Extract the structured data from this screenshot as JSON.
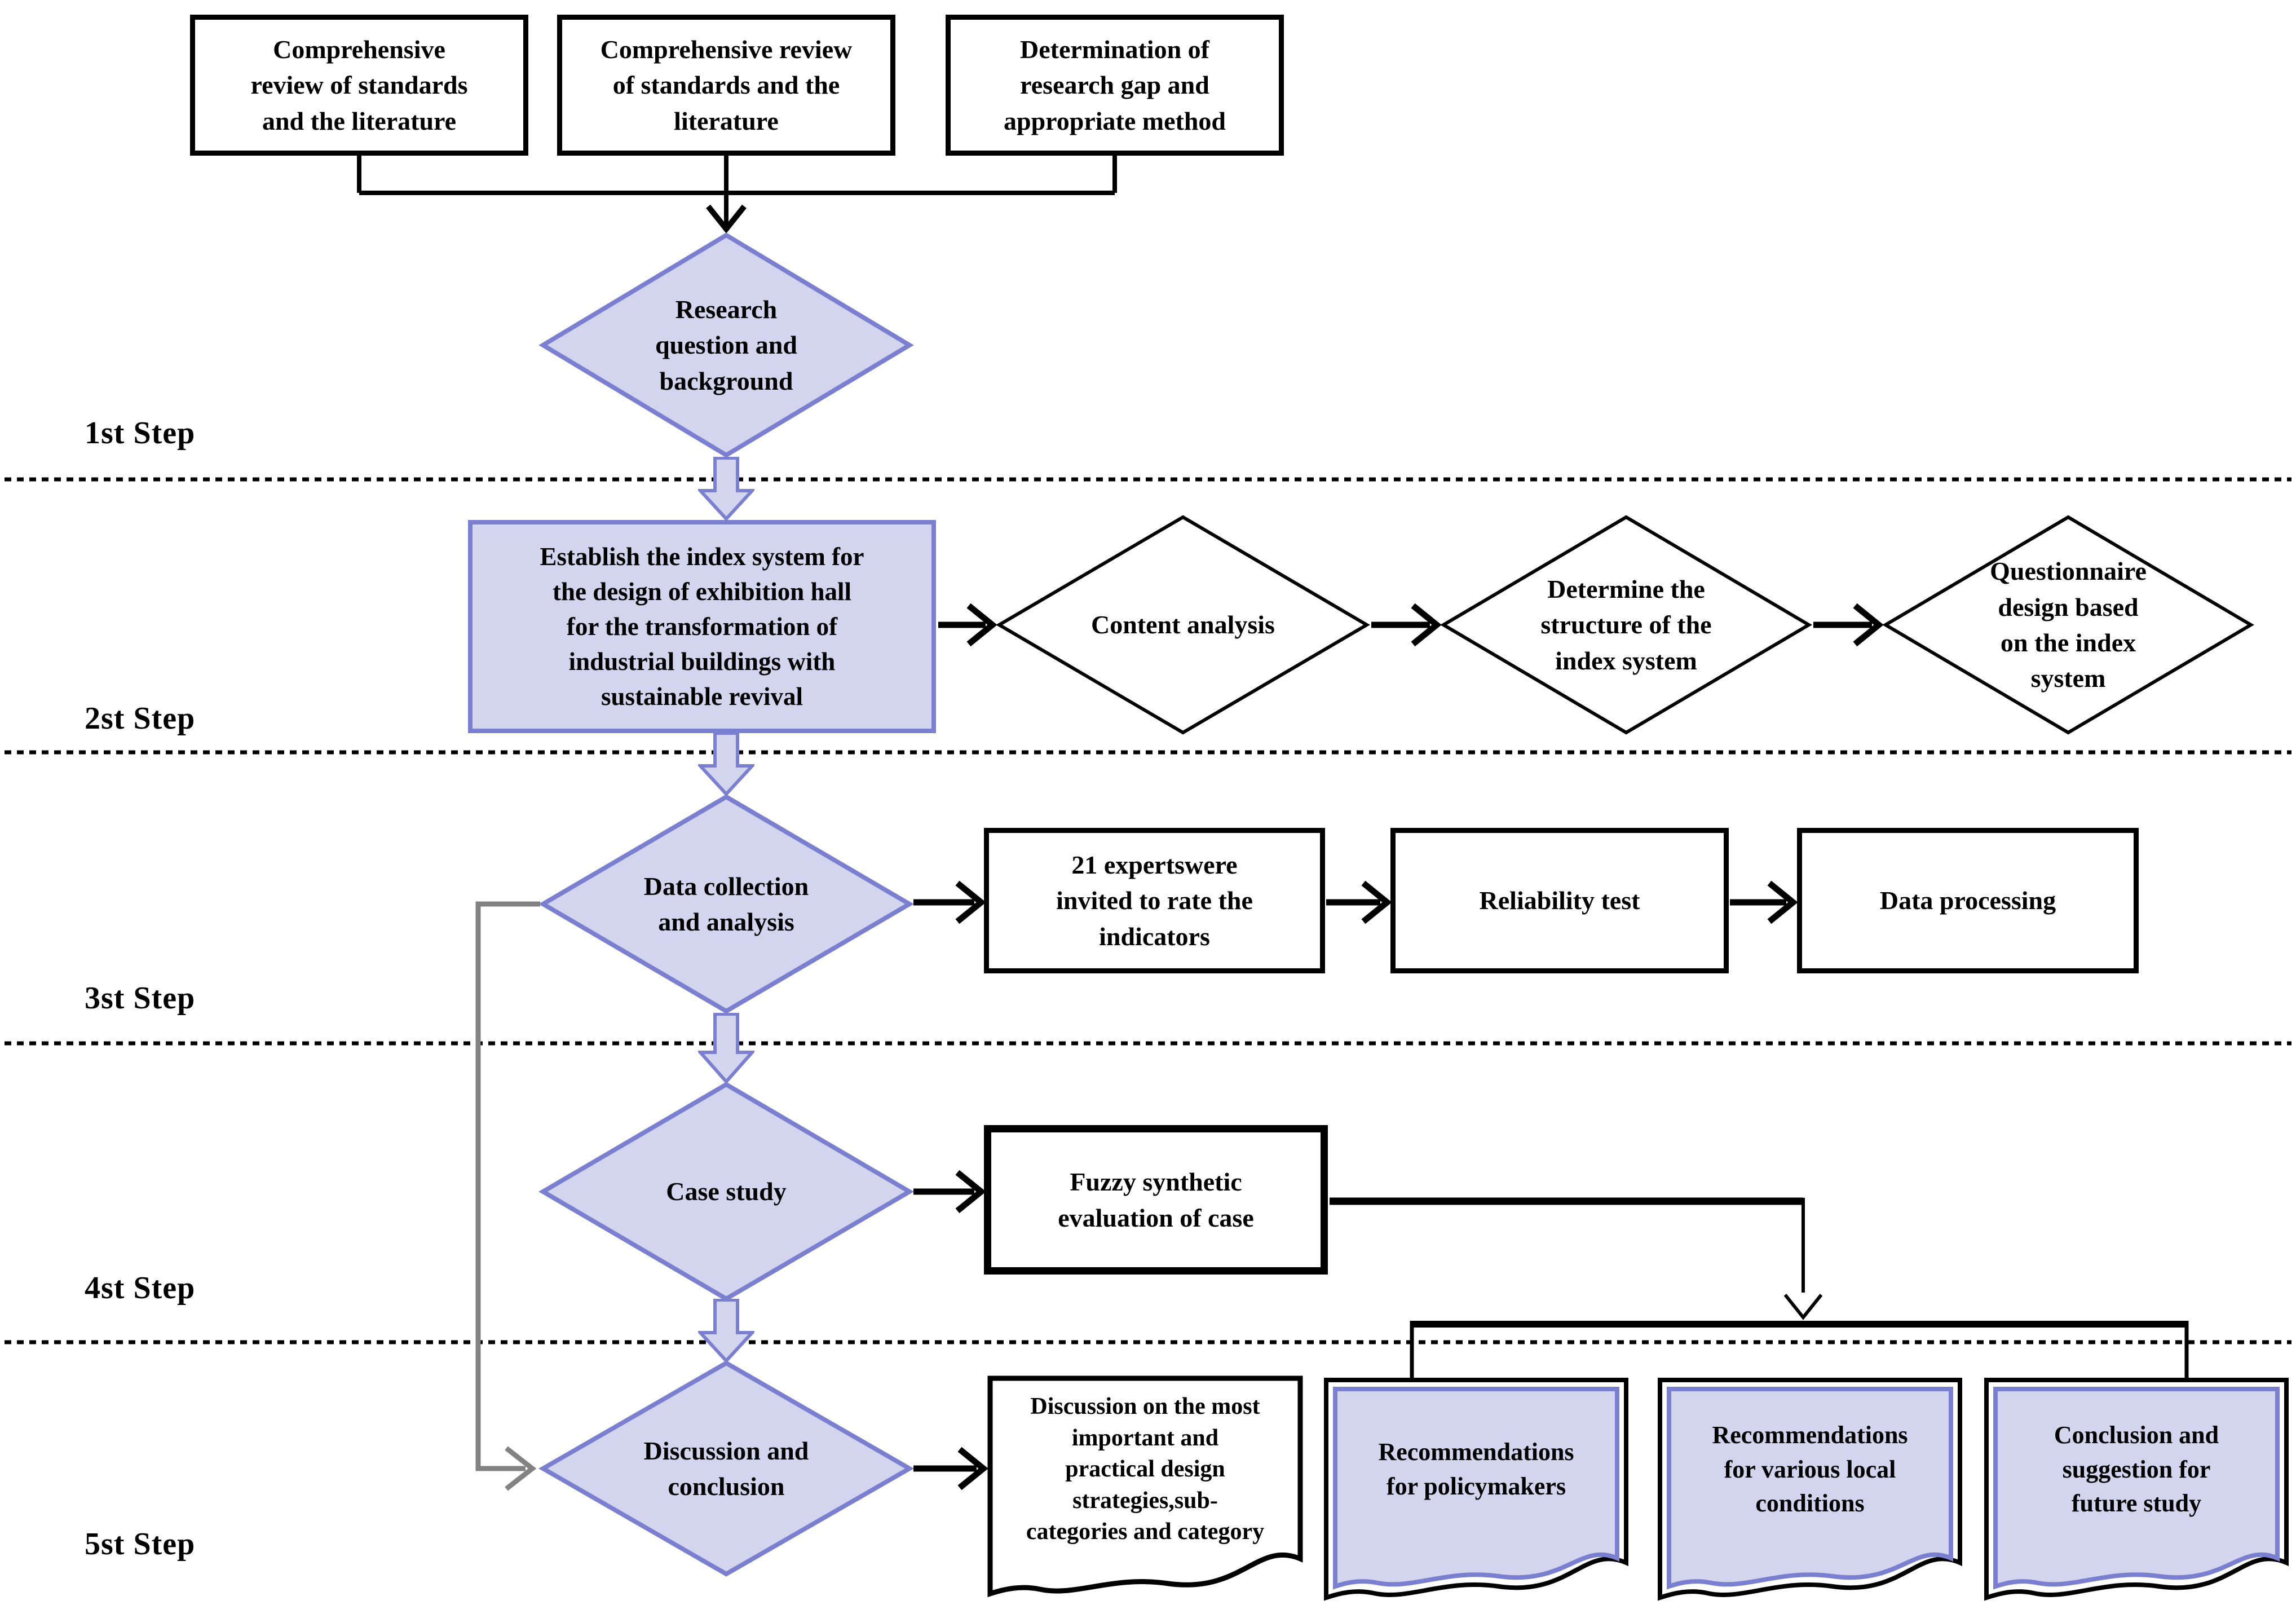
{
  "colors": {
    "shape_fill": "#d3d4ee",
    "shape_border": "#7a80cf",
    "line_black": "#000000",
    "feedback_gray": "#828282",
    "background": "#ffffff"
  },
  "step_labels": [
    "1st Step",
    "2st Step",
    "3st Step",
    "4st Step",
    "5st Step"
  ],
  "row1": {
    "boxes": [
      "Comprehensive\nreview of standards\nand the literature",
      "Comprehensive review\nof standards and  the\nliterature",
      "Determination of\nresearch gap and\nappropriate method"
    ]
  },
  "flow": {
    "diamond1": "Research\nquestion and\nbackground",
    "rect2": "Establish the index system for\nthe design of exhibition hall\nfor the transformation of\nindustrial buildings with\nsustainable revival",
    "row2_diamonds": [
      "Content analysis",
      "Determine the\nstructure of the\nindex system",
      "Questionnaire\ndesign based\non the index\nsystem"
    ],
    "diamond3": "Data collection\nand analysis",
    "row3_boxes": [
      "21 expertswere\ninvited to rate the\nindicators",
      "Reliability test",
      "Data processing"
    ],
    "diamond4": "Case study",
    "fuzzy_box": "Fuzzy synthetic\nevaluation of case",
    "diamond5": "Discussion and\nconclusion",
    "docs": [
      "Discussion on the most\nimportant and\npractical design\nstrategies,sub-\ncategories and category",
      "Recommendations\nfor policymakers",
      "Recommendations\nfor various local\nconditions",
      "Conclusion and\nsuggestion for\nfuture study"
    ]
  }
}
